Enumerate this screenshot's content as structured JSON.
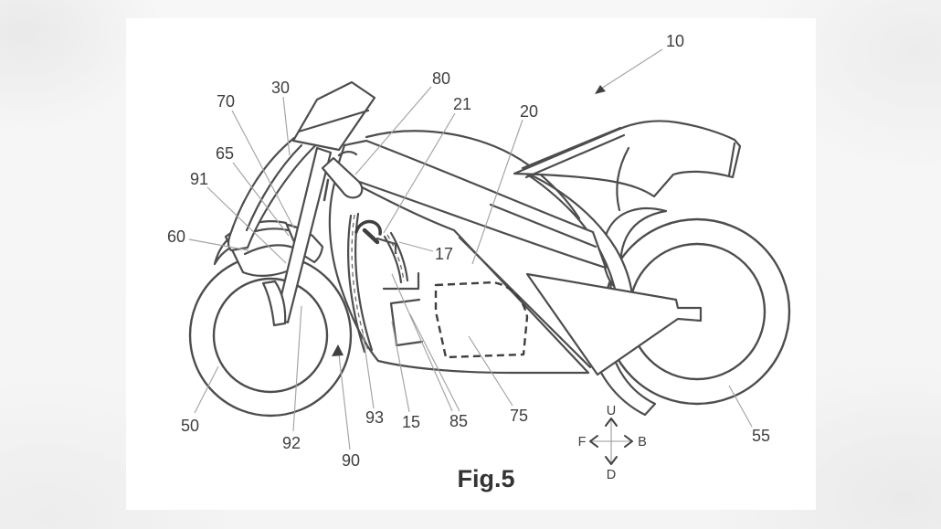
{
  "figure": {
    "caption": "Fig.5",
    "labels": [
      {
        "text": "10"
      },
      {
        "text": "80"
      },
      {
        "text": "21"
      },
      {
        "text": "20"
      },
      {
        "text": "30"
      },
      {
        "text": "70"
      },
      {
        "text": "65"
      },
      {
        "text": "91"
      },
      {
        "text": "60"
      },
      {
        "text": "17"
      },
      {
        "text": "50"
      },
      {
        "text": "92"
      },
      {
        "text": "90"
      },
      {
        "text": "93"
      },
      {
        "text": "15"
      },
      {
        "text": "85"
      },
      {
        "text": "75"
      },
      {
        "text": "55"
      }
    ],
    "compass": {
      "up": "U",
      "down": "D",
      "front": "F",
      "back": "B"
    },
    "colors": {
      "line": "#4d4d4d",
      "leader": "#a3a3a3",
      "label": "#3f3f3f",
      "canvas": "#ffffff"
    }
  }
}
